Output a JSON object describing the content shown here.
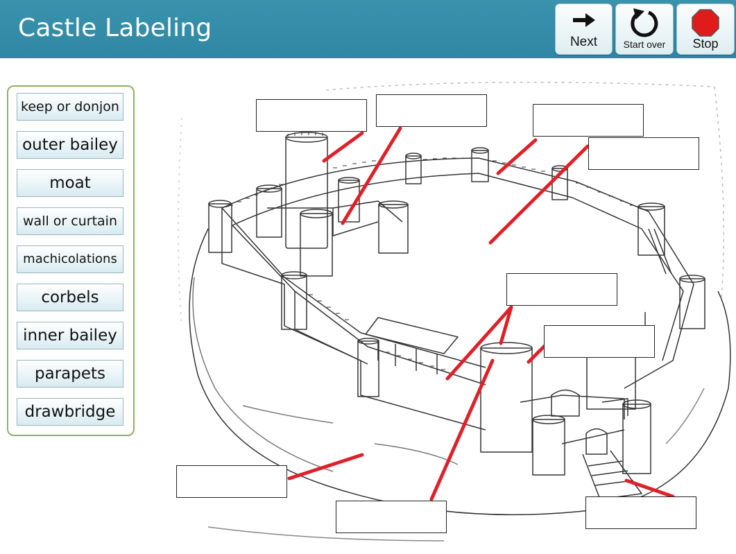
{
  "header": {
    "title": "Castle Labeling"
  },
  "toolbar": {
    "next": "Next",
    "start_over": "Start over",
    "stop": "Stop"
  },
  "word_bank": [
    "keep or donjon",
    "outer bailey",
    "moat",
    "wall or curtain",
    "machicolations",
    "corbels",
    "inner bailey",
    "parapets",
    "drawbridge"
  ],
  "colors": {
    "header": "#2f87a3",
    "panel_border": "#8cb35c",
    "pointer": "#e02028",
    "stop": "#e01b1b"
  }
}
